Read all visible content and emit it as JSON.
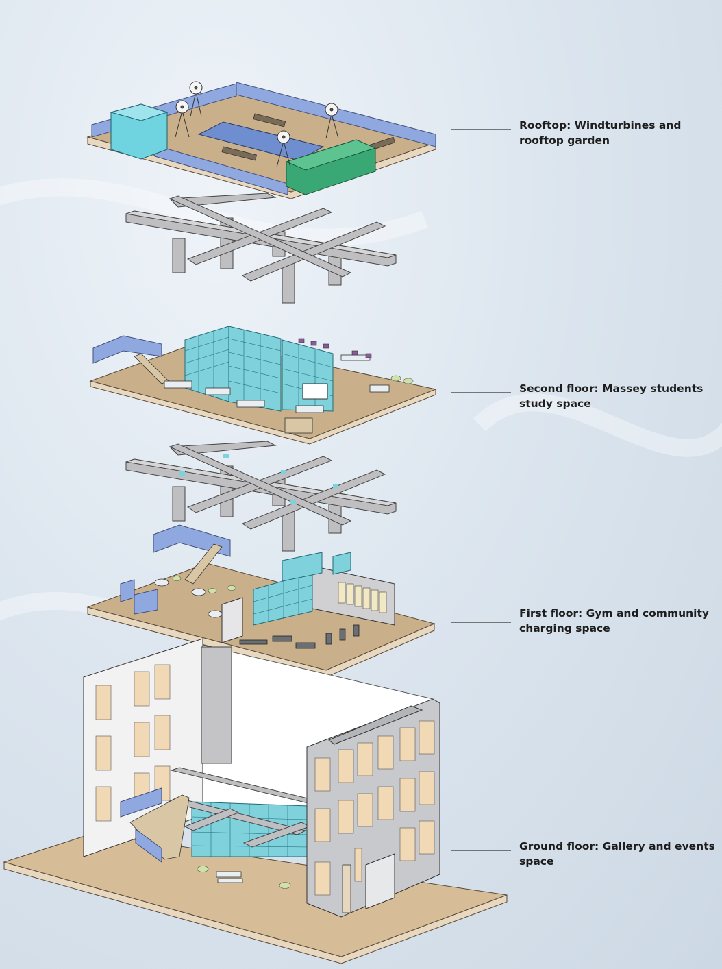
{
  "labels": {
    "rooftop": "Rooftop: Windturbines and rooftop garden",
    "second_floor": "Second floor: Massey students study space",
    "first_floor": "First floor: Gym and community charging space",
    "ground_floor": "Ground floor: Gallery and events space"
  },
  "colors": {
    "slab": "#c9b08a",
    "slab_edge": "#e8d8bf",
    "beam": "#bfbfc1",
    "glass_wall": "#7fd1dc",
    "railing": "#8fa8df",
    "wall_light": "#f2f2f2",
    "wall_grey": "#c8c9cc",
    "window": "#f2d9b5",
    "plant_room_cyan": "#6fd3e0",
    "plant_room_green": "#3aa874",
    "pool": "#6f8ecf"
  }
}
